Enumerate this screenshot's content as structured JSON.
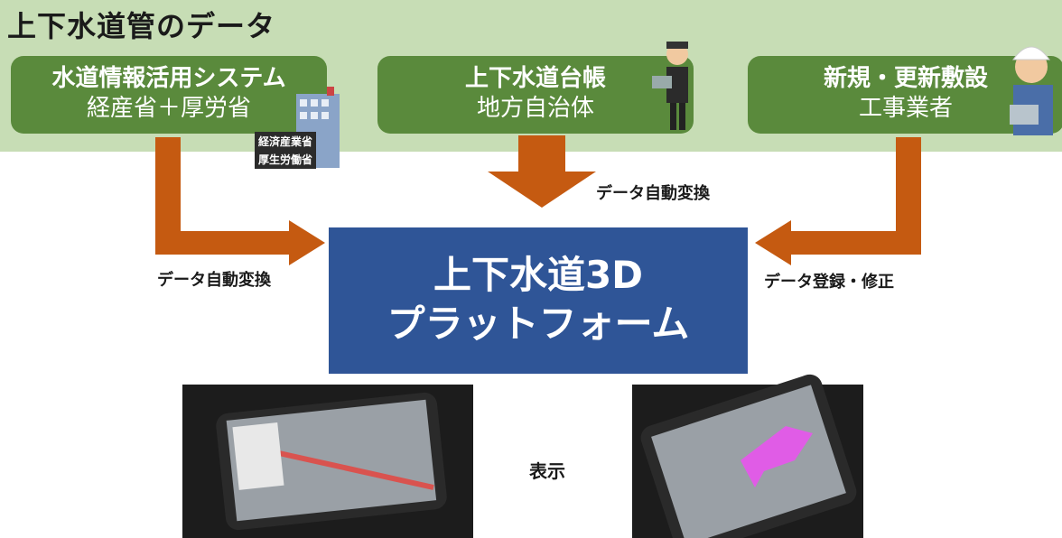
{
  "title": "上下水道管のデータ",
  "sources": [
    {
      "line1": "水道情報活用システム",
      "line2": "経産省＋厚労省"
    },
    {
      "line1": "上下水道台帳",
      "line2": "地方自治体"
    },
    {
      "line1": "新規・更新敷設",
      "line2": "工事業者"
    }
  ],
  "ministry_signs": [
    "経済産業省",
    "厚生労働省"
  ],
  "arrow_labels": {
    "left": "データ自動変換",
    "center": "データ自動変換",
    "right": "データ登録・修正"
  },
  "platform": {
    "line1": "上下水道3D",
    "line2": "プラットフォーム"
  },
  "display_label": "表示",
  "colors": {
    "band": "#c7ddb5",
    "source_box": "#5a8a3c",
    "arrow": "#c55a11",
    "platform": "#2f5597"
  }
}
